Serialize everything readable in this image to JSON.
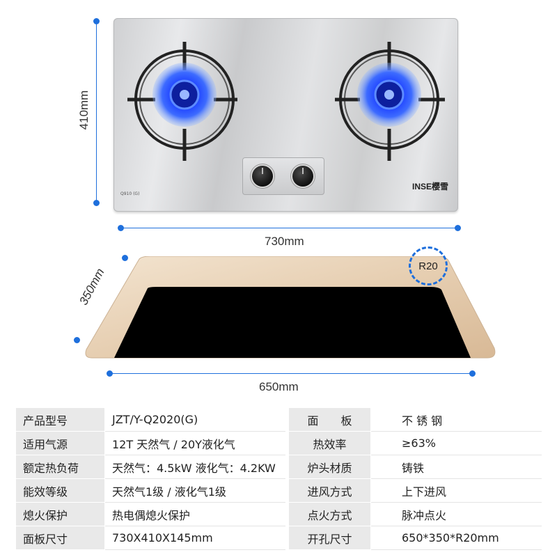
{
  "dimensions": {
    "height_label": "410mm",
    "width_label": "730mm",
    "depth_label": "350mm",
    "cutout_width_label": "650mm",
    "radius_label": "R20"
  },
  "panel": {
    "model_text": "Q910 (G)",
    "brand_text": "INSE樱雪"
  },
  "colors": {
    "accent": "#1e6fdc",
    "flame": "#1a3cff",
    "cutout_rim": "#e9d3b8",
    "table_label_bg": "#e9e9e9"
  },
  "specs": [
    {
      "label1": "产品型号",
      "value1": "JZT/Y-Q2020(G)",
      "label2": "面　　板",
      "value2": "不 锈 钢"
    },
    {
      "label1": "适用气源",
      "value1": "12T 天然气 / 20Y液化气",
      "label2": "热效率",
      "value2": "≥63%"
    },
    {
      "label1": "额定热负荷",
      "value1": "天然气：4.5kW  液化气：4.2KW",
      "label2": "炉头材质",
      "value2": "铸铁"
    },
    {
      "label1": "能效等级",
      "value1": "天然气1级 / 液化气1级",
      "label2": "进风方式",
      "value2": "上下进风"
    },
    {
      "label1": "熄火保护",
      "value1": "热电偶熄火保护",
      "label2": "点火方式",
      "value2": "脉冲点火"
    },
    {
      "label1": "面板尺寸",
      "value1": "730X410X145mm",
      "label2": "开孔尺寸",
      "value2": "650*350*R20mm"
    }
  ]
}
